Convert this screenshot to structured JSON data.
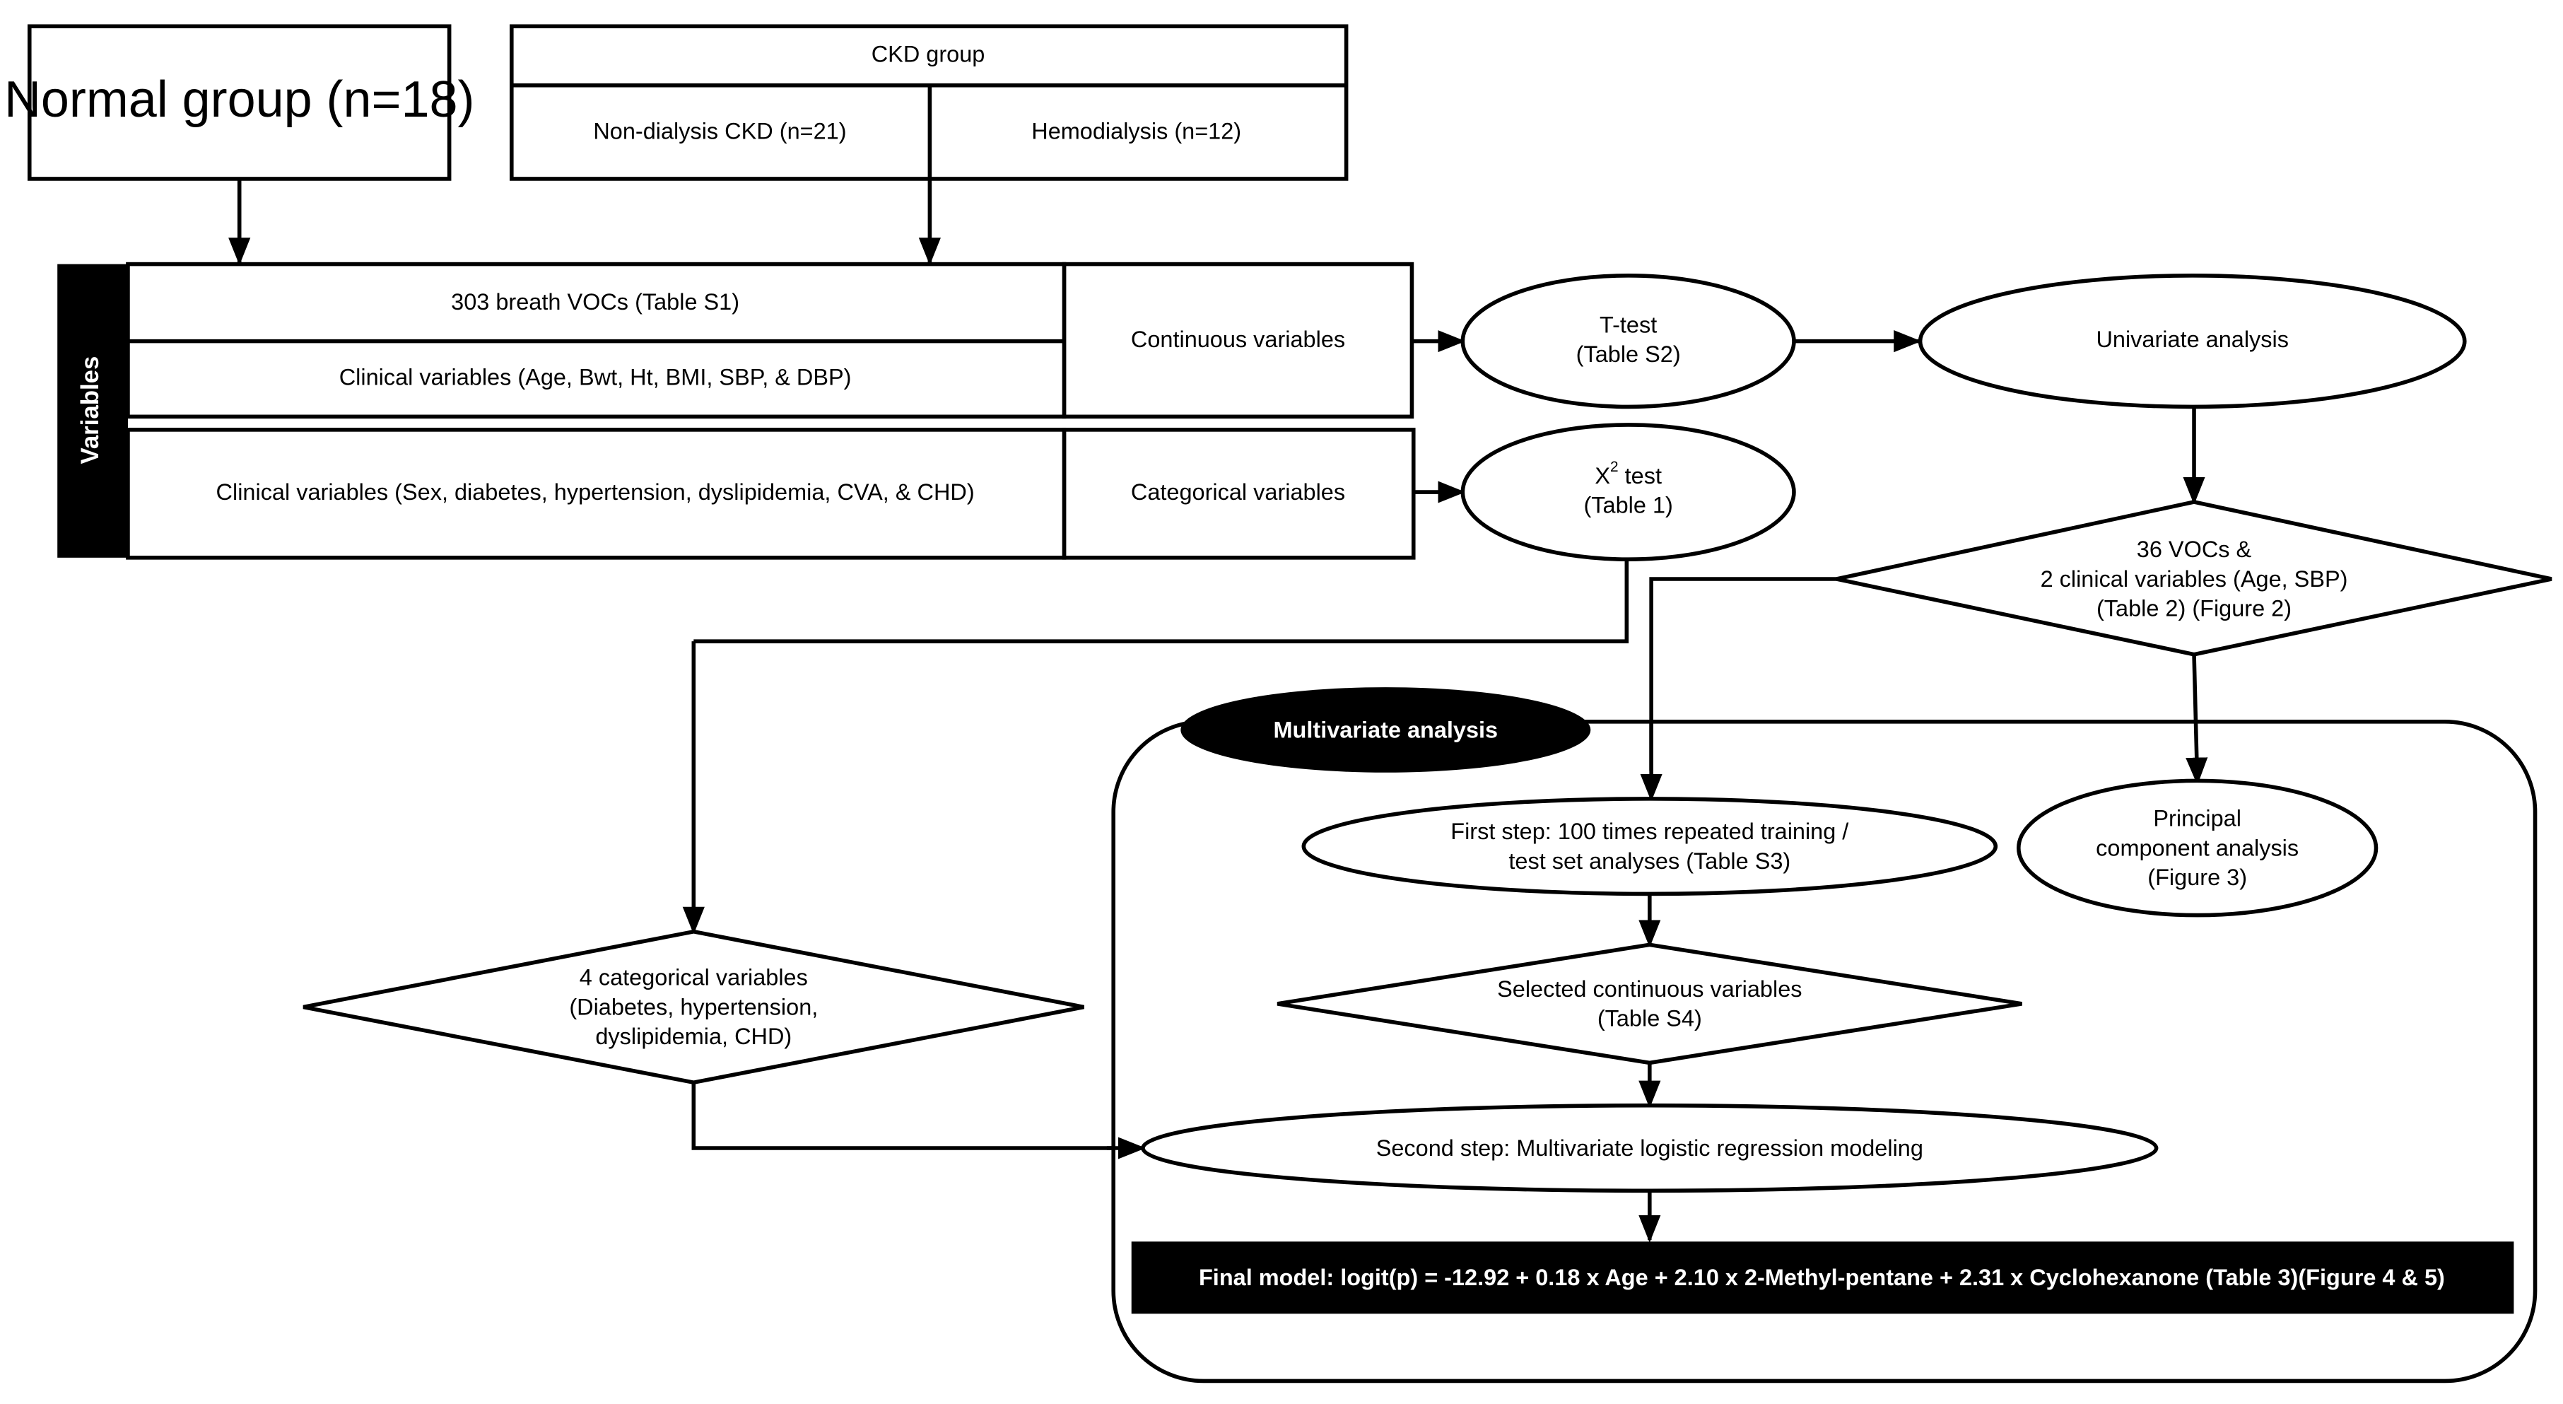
{
  "groups": {
    "normal": "Normal group (n=18)",
    "ckd": "CKD group",
    "non_dialysis": "Non-dialysis CKD (n=21)",
    "hemodialysis": "Hemodialysis (n=12)"
  },
  "variables": {
    "side_label": "Variables",
    "vocs": "303 breath VOCs (Table S1)",
    "clinical_continuous": "Clinical variables (Age, Bwt, Ht, BMI, SBP, & DBP)",
    "clinical_categorical": "Clinical variables (Sex, diabetes, hypertension, dyslipidemia, CVA, & CHD)",
    "continuous_label": "Continuous variables",
    "categorical_label": "Categorical variables"
  },
  "tests": {
    "ttest": [
      "T-test",
      "(Table S2)"
    ],
    "chisq_prefix": "X",
    "chisq_sup": "2",
    "chisq_suffix": " test",
    "chisq_ref": "(Table 1)"
  },
  "univariate": "Univariate analysis",
  "selected_vocs": [
    "36 VOCs &",
    "2 clinical variables (Age, SBP)",
    "(Table 2) (Figure 2)"
  ],
  "categorical_selected": [
    "4 categorical variables",
    "(Diabetes, hypertension,",
    "dyslipidemia, CHD)"
  ],
  "multivariate": {
    "title": "Multivariate analysis",
    "first_step": [
      "First step: 100 times repeated training /",
      "test set analyses (Table S3)"
    ],
    "pca": [
      "Principal",
      "component analysis",
      "(Figure 3)"
    ],
    "selected_continuous": [
      "Selected continuous  variables",
      "(Table S4)"
    ],
    "second_step": "Second step: Multivariate logistic regression modeling",
    "final_model": "Final model:  logit(p) = -12.92 + 0.18 x Age + 2.10 x 2-Methyl-pentane + 2.31 x Cyclohexanone (Table 3)(Figure 4 & 5)"
  }
}
